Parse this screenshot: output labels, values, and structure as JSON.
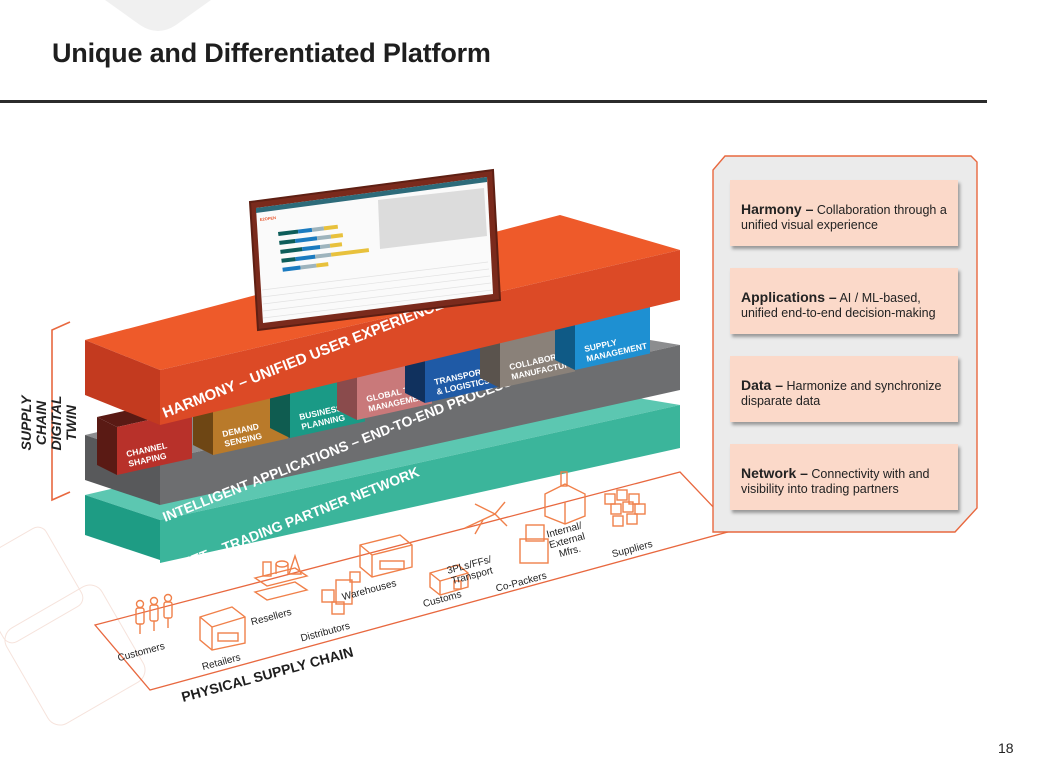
{
  "slide": {
    "title": "Unique and Differentiated Platform",
    "page_number": "18"
  },
  "colors": {
    "harmony": "#e8542a",
    "apps": "#6d6e70",
    "network": "#3bb59b",
    "accent_outline": "#e8683f",
    "card_fill": "#fbd9c9",
    "panel_fill": "#ebebeb"
  },
  "left_bracket": {
    "label_line1": "SUPPLY CHAIN",
    "label_line2": "DIGITAL TWIN"
  },
  "layers": {
    "harmony": "HARMONY – UNIFIED USER EXPERIENCE",
    "apps": "INTELLIGENT APPLICATIONS – END-TO-END PROCESS ORCHESTRATION",
    "network": "E2NET – TRADING PARTNER NETWORK"
  },
  "app_blocks": [
    {
      "line1": "CHANNEL",
      "line2": "SHAPING",
      "color": "#b8312a",
      "side": "#5a1a14"
    },
    {
      "line1": "DEMAND",
      "line2": "SENSING",
      "color": "#b97a2a",
      "side": "#6e4614"
    },
    {
      "line1": "BUSINESS",
      "line2": "PLANNING",
      "color": "#1a9a86",
      "side": "#0f5c50"
    },
    {
      "line1": "GLOBAL TRADE",
      "line2": "MANAGEMENT",
      "color": "#c9797a",
      "side": "#8a4b4c"
    },
    {
      "line1": "TRANSPORTATION",
      "line2": "& LOGISTICS",
      "color": "#1f5aa6",
      "side": "#10315e"
    },
    {
      "line1": "COLLABORATIVE",
      "line2": "MANUFACTURING",
      "color": "#8a8179",
      "side": "#5a534d"
    },
    {
      "line1": "SUPPLY",
      "line2": "MANAGEMENT",
      "color": "#1e90d2",
      "side": "#0f5a86"
    }
  ],
  "physical": {
    "label": "PHYSICAL SUPPLY CHAIN",
    "nodes": [
      {
        "label": "Customers",
        "icon": "people-icon"
      },
      {
        "label": "Retailers",
        "icon": "store-icon"
      },
      {
        "label": "Resellers",
        "icon": "shelf-icon"
      },
      {
        "label": "Distributors",
        "icon": "boxes-icon"
      },
      {
        "label": "Warehouses",
        "icon": "warehouse-icon"
      },
      {
        "label": "Customs",
        "icon": "customs-building-icon"
      },
      {
        "label": "3PLs/FFs/",
        "label2": "Transport",
        "icon": "airplane-icon"
      },
      {
        "label": "Co-Packers",
        "icon": "stacked-boxes-icon"
      },
      {
        "label": "Internal/",
        "label2": "External",
        "label3": "Mfrs.",
        "icon": "factory-icon"
      },
      {
        "label": "Suppliers",
        "icon": "cube-cluster-icon"
      }
    ]
  },
  "panel": {
    "cards": [
      {
        "heading": "Harmony –",
        "text": " Collaboration through a unified visual experience"
      },
      {
        "heading": "Applications –",
        "text": " AI / ML-based, unified end-to-end decision-making"
      },
      {
        "heading": "Data –",
        "text": " Harmonize and synchronize disparate data"
      },
      {
        "heading": "Network –",
        "text": " Connectivity with and visibility into trading partners"
      }
    ]
  },
  "dashboard": {
    "logo": "E2OPEN"
  }
}
